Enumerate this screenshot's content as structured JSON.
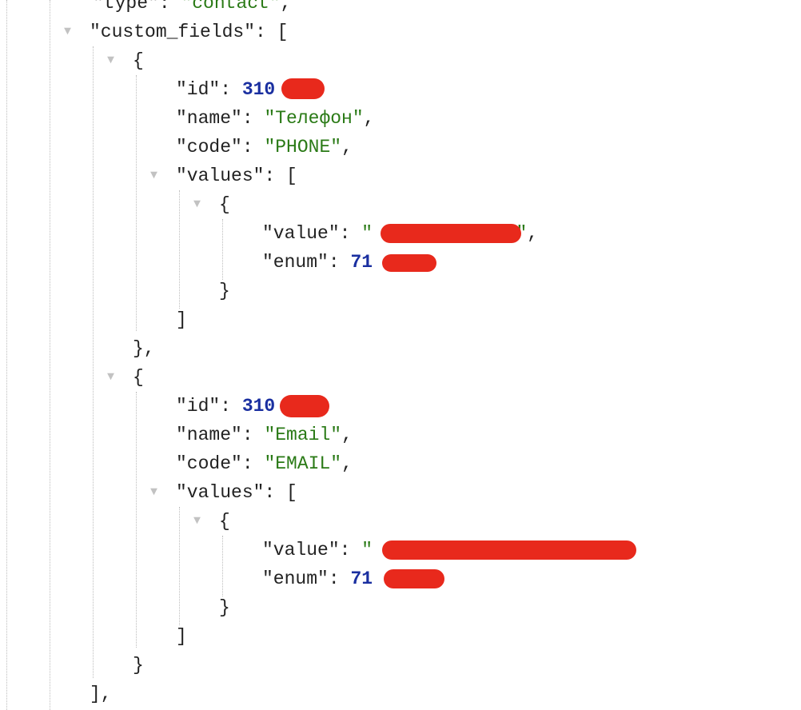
{
  "colors": {
    "key": "#222222",
    "string": "#2a7a16",
    "number": "#1a2fa0",
    "redaction": "#e8291c",
    "guide": "#bdbdbd"
  },
  "toggle_glyph": "▼",
  "json": {
    "type_key": "\"type\"",
    "type_value": "\"contact\"",
    "custom_fields_key": "\"custom_fields\"",
    "fields": [
      {
        "id_key": "\"id\"",
        "id_visible": "310",
        "name_key": "\"name\"",
        "name_value": "\"Телефон\"",
        "code_key": "\"code\"",
        "code_value": "\"PHONE\"",
        "values_key": "\"values\"",
        "value_key": "\"value\"",
        "value_visible": "\"",
        "enum_key": "\"enum\"",
        "enum_visible": "71"
      },
      {
        "id_key": "\"id\"",
        "id_visible": "310",
        "name_key": "\"name\"",
        "name_value": "\"Email\"",
        "code_key": "\"code\"",
        "code_value": "\"EMAIL\"",
        "values_key": "\"values\"",
        "value_key": "\"value\"",
        "value_visible": "\"",
        "enum_key": "\"enum\"",
        "enum_visible": "71"
      }
    ]
  }
}
